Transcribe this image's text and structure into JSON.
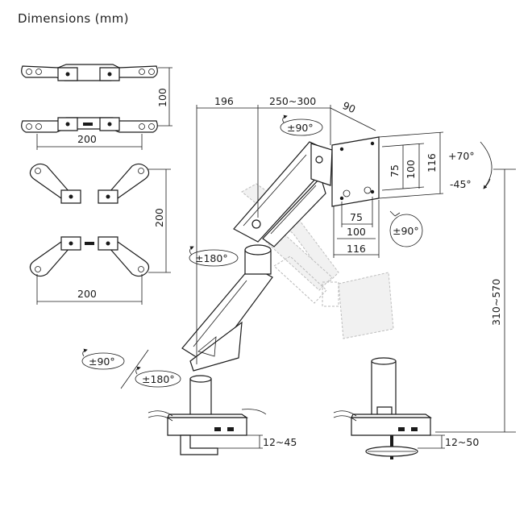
{
  "title": "Dimensions (mm)",
  "labels": {
    "vesa100_width": "200",
    "vesa100_height": "100",
    "vesa200_width": "200",
    "vesa200_height": "200",
    "arm_seg1": "196",
    "arm_seg2": "250~300",
    "head_depth": "90",
    "tilt_up": "+70°",
    "tilt_down": "-45°",
    "swivel_head": "±90°",
    "plate_h75": "75",
    "plate_h100": "100",
    "plate_h116": "116",
    "plate_w75": "75",
    "plate_w100": "100",
    "plate_w116": "116",
    "rotate": "±90°",
    "elbow_swivel": "±180°",
    "base_swivel_90": "±90°",
    "base_swivel_180": "±180°",
    "height_range": "310~570",
    "clamp_thickness": "12~45",
    "grommet_thickness": "12~50"
  }
}
